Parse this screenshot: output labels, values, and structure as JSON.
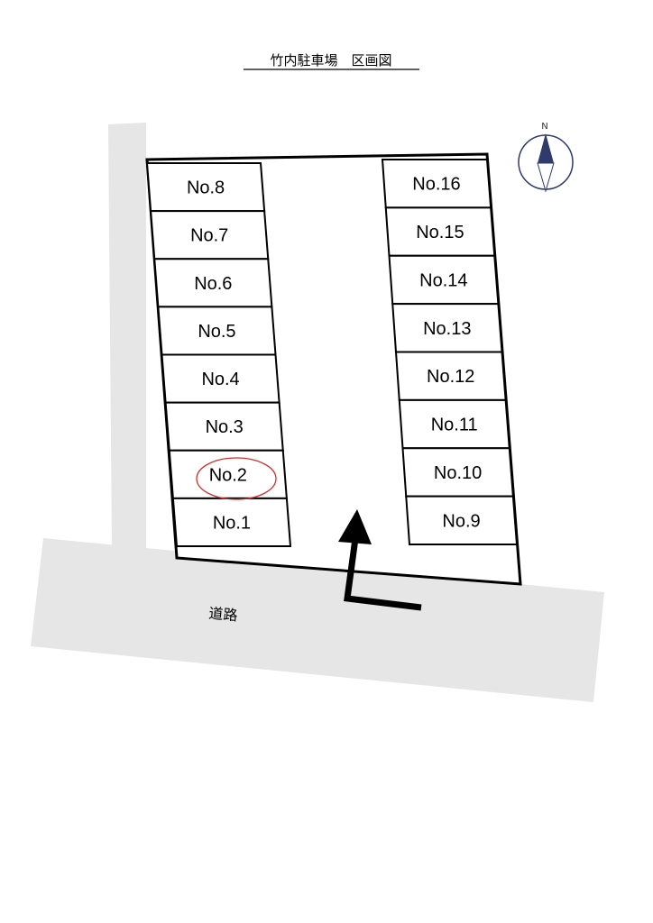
{
  "title": "竹内駐車場　区画図",
  "road_label": "道路",
  "compass": {
    "label": "N",
    "color": "#2e3b6b"
  },
  "highlight": {
    "lot": "No.2",
    "color": "#d0312d"
  },
  "colors": {
    "road": "#e6e6e6",
    "outline": "#000000"
  },
  "lots": {
    "left": [
      "No.8",
      "No.7",
      "No.6",
      "No.5",
      "No.4",
      "No.3",
      "No.2",
      "No.1"
    ],
    "right": [
      "No.16",
      "No.15",
      "No.14",
      "No.13",
      "No.12",
      "No.11",
      "No.10",
      "No.9"
    ]
  }
}
